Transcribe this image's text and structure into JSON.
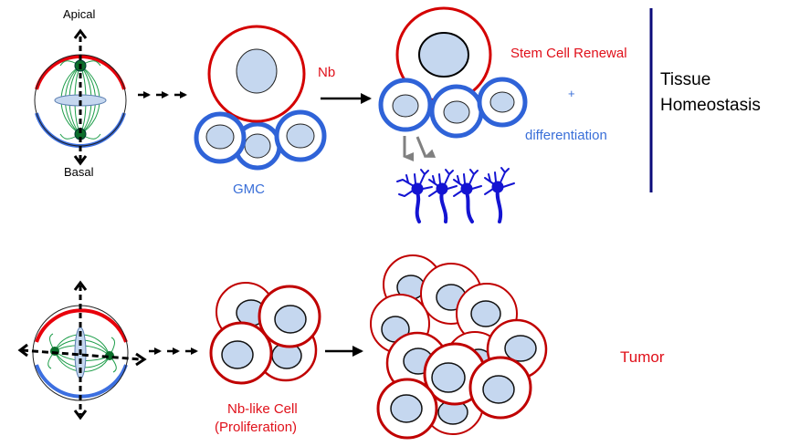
{
  "title": "Asymmetric vs symmetric neuroblast division",
  "colors": {
    "apical": "#e8000b",
    "basal": "#3c6fe0",
    "nb_border": "#d40000",
    "gmc_border": "#2f63d8",
    "nucleus_fill": "#c5d7ef",
    "spindle": "#1e9e4a",
    "centrosome": "#0b6e2b",
    "neuron": "#1414d2",
    "divider": "#0a0a7a",
    "label_red": "#e0101a",
    "label_blue": "#3a6fd8",
    "arrow_gray": "#888888"
  },
  "top_row": {
    "axis_top_label": "Apical",
    "axis_bottom_label": "Basal",
    "nb_label": "Nb",
    "gmc_label": "GMC",
    "renewal_label": "Stem Cell Renewal",
    "plus_label": "+",
    "differentiation_label": "differentiation",
    "outcome_line1": "Tissue",
    "outcome_line2": "Homeostasis"
  },
  "bottom_row": {
    "nb_like_label_line1": "Nb-like Cell",
    "nb_like_label_line2": "(Proliferation)",
    "outcome_label": "Tumor"
  },
  "icons": {
    "dividing_cell_top": "asymmetric-mitotic-spindle",
    "dividing_cell_bottom": "misoriented-mitotic-spindle",
    "neurons": "neuron-cluster"
  }
}
